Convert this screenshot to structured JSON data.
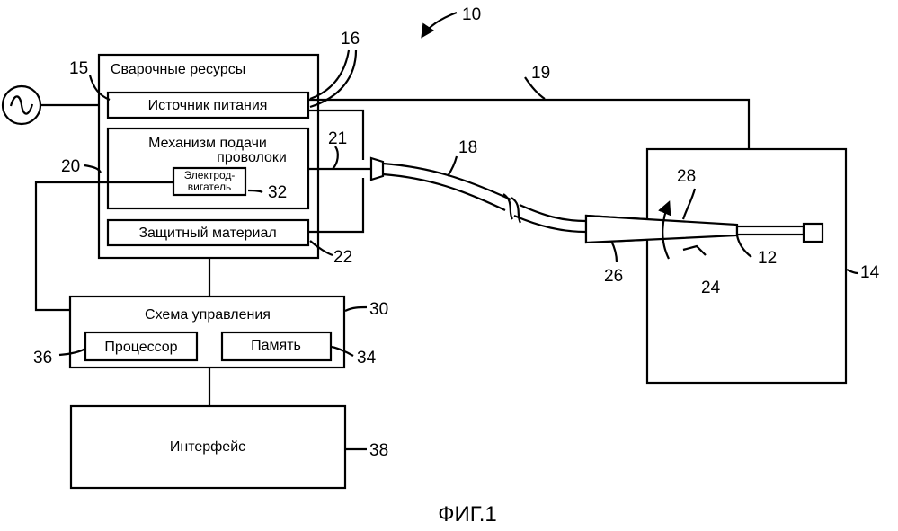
{
  "labels": {
    "welding_resources": "Сварочные ресурсы",
    "power_source": "Источник питания",
    "wire_feeder_l1": "Механизм подачи",
    "wire_feeder_l2": "проволоки",
    "motor_l1": "Электрод-",
    "motor_l2": "вигатель",
    "shielding": "Защитный материал",
    "control": "Схема управления",
    "processor": "Процессор",
    "memory": "Память",
    "interface": "Интерфейс"
  },
  "refs": {
    "r10": "10",
    "r12": "12",
    "r14": "14",
    "r15": "15",
    "r16": "16",
    "r18": "18",
    "r19": "19",
    "r20": "20",
    "r21": "21",
    "r22": "22",
    "r24": "24",
    "r26": "26",
    "r28": "28",
    "r30": "30",
    "r32": "32",
    "r34": "34",
    "r36": "36",
    "r38": "38"
  },
  "caption": "ФИГ.1"
}
